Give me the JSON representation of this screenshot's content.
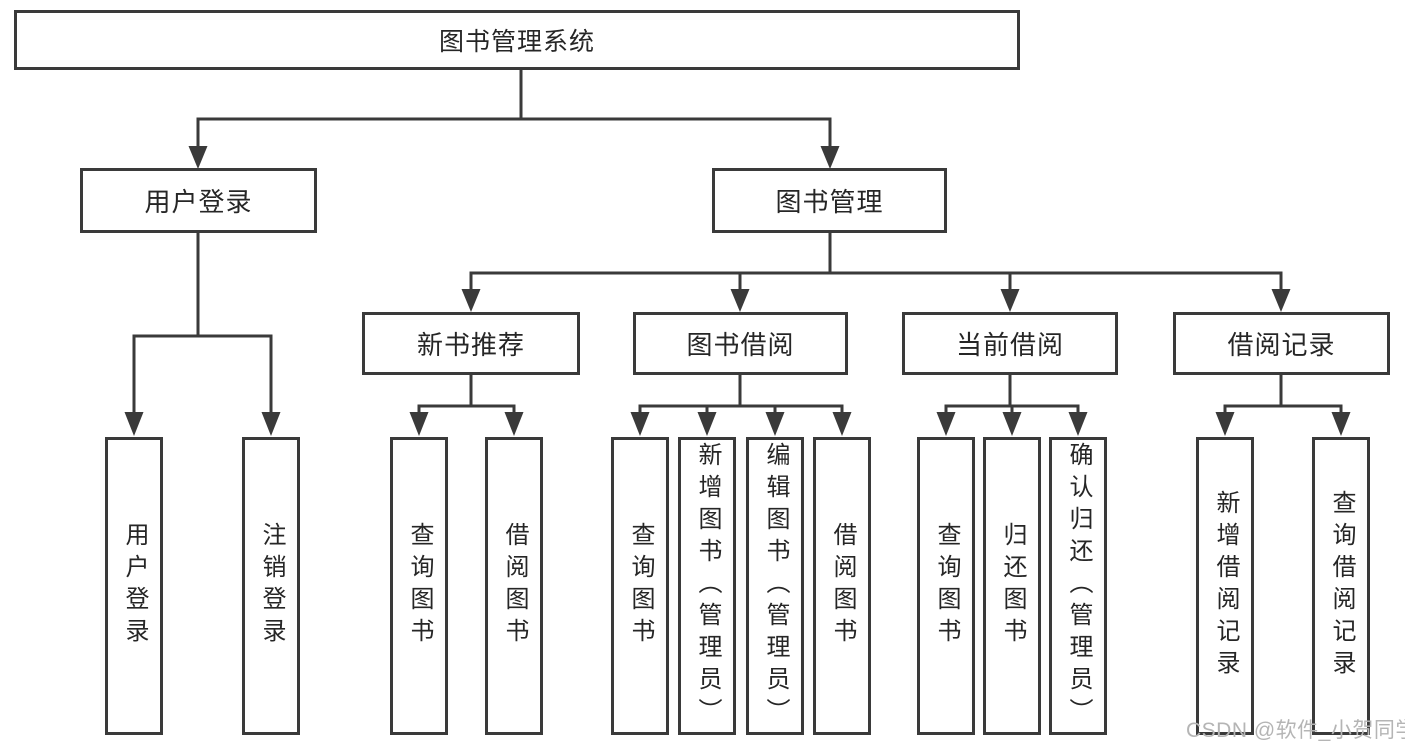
{
  "colors": {
    "line": "#3a3a3a",
    "text": "#262626",
    "watermark_gray": "#b5b5b5"
  },
  "diagram": {
    "root": {
      "label": "图书管理系统"
    },
    "branches": [
      {
        "label": "用户登录",
        "children": [
          {
            "label": "用户登录"
          },
          {
            "label": "注销登录"
          }
        ]
      },
      {
        "label": "图书管理",
        "sections": [
          {
            "label": "新书推荐",
            "children": [
              {
                "label": "查询图书"
              },
              {
                "label": "借阅图书"
              }
            ]
          },
          {
            "label": "图书借阅",
            "children": [
              {
                "label": "查询图书"
              },
              {
                "label": "新增图书（管理员）"
              },
              {
                "label": "编辑图书（管理员）"
              },
              {
                "label": "借阅图书"
              }
            ]
          },
          {
            "label": "当前借阅",
            "children": [
              {
                "label": "查询图书"
              },
              {
                "label": "归还图书"
              },
              {
                "label": "确认归还（管理员）"
              }
            ]
          },
          {
            "label": "借阅记录",
            "children": [
              {
                "label": "新增借阅记录"
              },
              {
                "label": "查询借阅记录"
              }
            ]
          }
        ]
      }
    ]
  },
  "watermark": {
    "text": "CSDN @软件_小贺同学"
  }
}
